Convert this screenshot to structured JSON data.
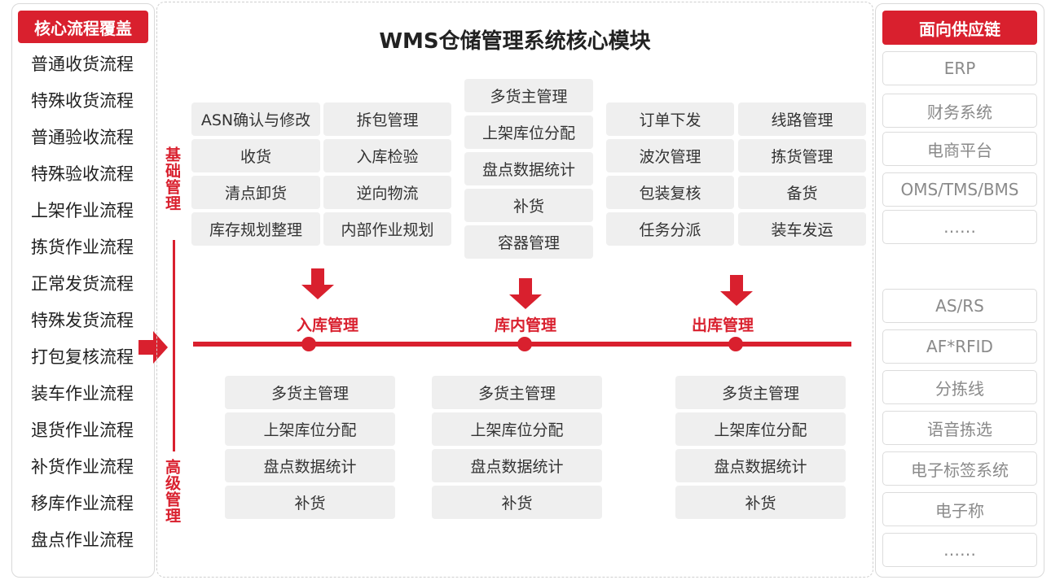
{
  "left_panel": {
    "header": "核心流程覆盖",
    "processes": [
      "普通收货流程",
      "特殊收货流程",
      "普通验收流程",
      "特殊验收流程",
      "上架作业流程",
      "拣货作业流程",
      "正常发货流程",
      "特殊发货流程",
      "打包复核流程",
      "装车作业流程",
      "退货作业流程",
      "补货作业流程",
      "移库作业流程",
      "盘点作业流程"
    ]
  },
  "center": {
    "title": "WMS仓储管理系统核心模块",
    "basic_label": "基础管理",
    "advanced_label": "高级管理",
    "inbound_basic": [
      "ASN确认与修改",
      "拆包管理",
      "收货",
      "入库检验",
      "清点卸货",
      "逆向物流",
      "库存规划整理",
      "内部作业规划"
    ],
    "warehouse_basic": [
      "多货主管理",
      "上架库位分配",
      "盘点数据统计",
      "补货",
      "容器管理"
    ],
    "outbound_basic": [
      "订单下发",
      "线路管理",
      "波次管理",
      "拣货管理",
      "包装复核",
      "备货",
      "任务分派",
      "装车发运"
    ],
    "stages": [
      "入库管理",
      "库内管理",
      "出库管理"
    ],
    "advanced_groups": [
      [
        "多货主管理",
        "上架库位分配",
        "盘点数据统计",
        "补货"
      ],
      [
        "多货主管理",
        "上架库位分配",
        "盘点数据统计",
        "补货"
      ],
      [
        "多货主管理",
        "上架库位分配",
        "盘点数据统计",
        "补货"
      ]
    ]
  },
  "right_panel": {
    "header": "面向供应链",
    "group1": [
      "ERP",
      "财务系统",
      "电商平台",
      "OMS/TMS/BMS",
      "……"
    ],
    "group2": [
      "AS/RS",
      "AF*RFID",
      "分拣线",
      "语音拣选",
      "电子标签系统",
      "电子称",
      "……"
    ]
  },
  "colors": {
    "accent": "#d9202e",
    "cell_bg": "#efefef",
    "border": "#d9d9d9"
  }
}
